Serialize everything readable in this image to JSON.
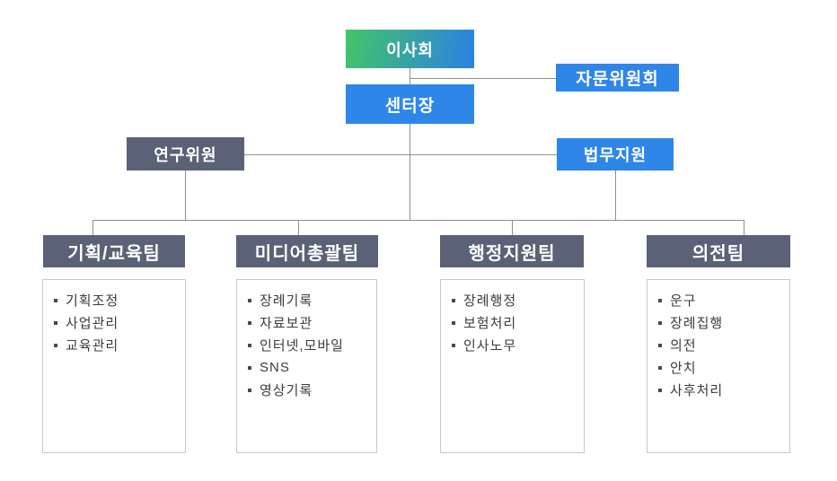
{
  "org": {
    "board": {
      "label": "이사회"
    },
    "director": {
      "label": "센터장"
    },
    "advisory": {
      "label": "자문위원회"
    },
    "research": {
      "label": "연구위원"
    },
    "legal": {
      "label": "법무지원"
    },
    "teams": [
      {
        "label": "기획/교육팀",
        "items": [
          "기획조정",
          "사업관리",
          "교육관리"
        ]
      },
      {
        "label": "미디어총괄팀",
        "items": [
          "장례기록",
          "자료보관",
          "인터넷,모바일",
          "SNS",
          "영상기록"
        ]
      },
      {
        "label": "행정지원팀",
        "items": [
          "장례행정",
          "보험처리",
          "인사노무"
        ]
      },
      {
        "label": "의전팀",
        "items": [
          "운구",
          "장례집행",
          "의전",
          "안치",
          "사후처리"
        ]
      }
    ]
  },
  "colors": {
    "blue": "#2e86e8",
    "slate": "#5b6277",
    "grad_green": "#43c566",
    "grad_blue": "#2b80e4",
    "line_color": "#8f8f8f",
    "list_border": "#c9c9c9",
    "list_text": "#3c3c3c",
    "bullet": "#4a4a4a"
  }
}
